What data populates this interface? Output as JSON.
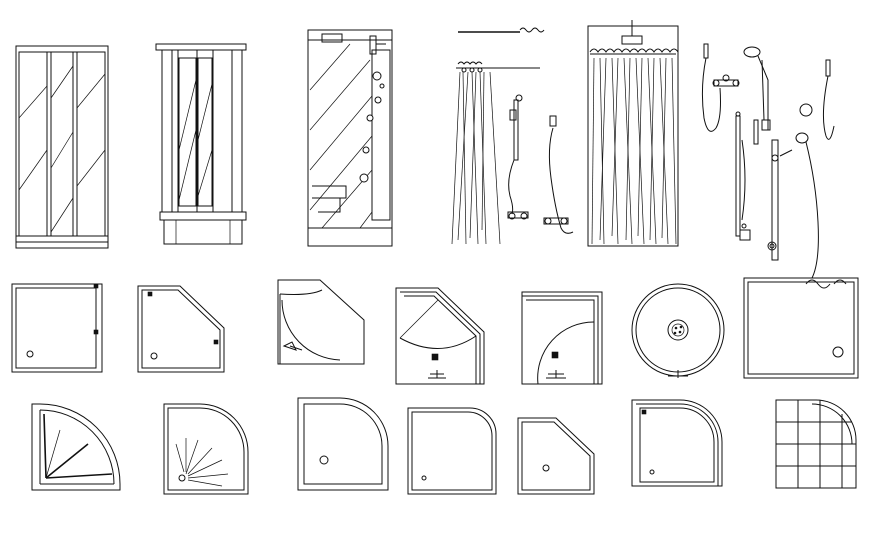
{
  "sheet": {
    "background": "#ffffff",
    "line_color": "#111111"
  },
  "rows": [
    {
      "name": "elevations",
      "items": [
        {
          "id": "e1",
          "icon": "shower-enclosure-three-panel-elevation-icon"
        },
        {
          "id": "e2",
          "icon": "shower-cabin-curved-door-elevation-icon"
        },
        {
          "id": "e3",
          "icon": "steam-shower-cabin-elevation-icon"
        },
        {
          "id": "e4",
          "icon": "shower-curtain-with-mixers-elevation-icon"
        },
        {
          "id": "e5",
          "icon": "full-shower-curtain-elevation-icon"
        },
        {
          "id": "e6",
          "icon": "hand-shower-sets-elevation-icon"
        }
      ]
    },
    {
      "name": "plans-row-2",
      "items": [
        {
          "id": "p1",
          "icon": "square-tray-plan-icon"
        },
        {
          "id": "p2",
          "icon": "pentagon-tray-plan-icon"
        },
        {
          "id": "p3",
          "icon": "neo-angle-tray-with-mixer-plan-icon"
        },
        {
          "id": "p4",
          "icon": "pentagon-enclosure-with-door-swing-plan-icon"
        },
        {
          "id": "p5",
          "icon": "quadrant-door-enclosure-plan-icon"
        },
        {
          "id": "p6",
          "icon": "round-tray-plan-icon"
        },
        {
          "id": "p7",
          "icon": "large-square-tray-plan-icon"
        }
      ]
    },
    {
      "name": "plans-row-3",
      "items": [
        {
          "id": "q1",
          "icon": "quadrant-tray-with-door-lines-plan-icon"
        },
        {
          "id": "q2",
          "icon": "quadrant-tray-with-spray-plan-icon"
        },
        {
          "id": "q3",
          "icon": "quadrant-tray-rounded-plan-icon"
        },
        {
          "id": "q4",
          "icon": "offset-quadrant-tray-plan-icon"
        },
        {
          "id": "q5",
          "icon": "small-pentagon-tray-plan-icon"
        },
        {
          "id": "q6",
          "icon": "quadrant-enclosure-plan-icon"
        },
        {
          "id": "q7",
          "icon": "tiled-quadrant-tray-plan-icon"
        }
      ]
    }
  ]
}
